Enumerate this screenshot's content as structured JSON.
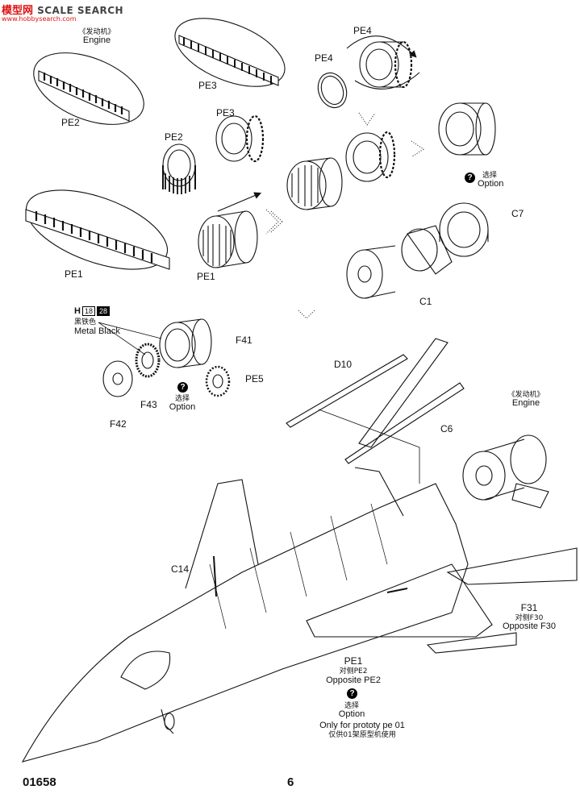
{
  "watermark": {
    "brand": "模型网",
    "site_text": "SCALE SEARCH",
    "url": "www.hobbysearch.com"
  },
  "labels": {
    "engine_top_cn": "《发动机》",
    "engine_top_en": "Engine",
    "pe2_top": "PE2",
    "pe3_top": "PE3",
    "pe4_a": "PE4",
    "pe4_b": "PE4",
    "pe2_mid": "PE2",
    "pe3_mid": "PE3",
    "pe1_left": "PE1",
    "pe1_mid": "PE1",
    "option_cn_a": "选择",
    "option_en_a": "Option",
    "c7": "C7",
    "c1": "C1",
    "f41": "F41",
    "pe5": "PE5",
    "f43": "F43",
    "f42": "F42",
    "option_cn_b": "选择",
    "option_en_b": "Option",
    "d10": "D10",
    "c6": "C6",
    "engine_right_cn": "《发动机》",
    "engine_right_en": "Engine",
    "c14": "C14",
    "f31": "F31",
    "opp_f30_cn": "对侧F30",
    "opp_f30_en": "Opposite F30",
    "pe1_bottom": "PE1",
    "opp_pe2_cn": "对侧PE2",
    "opp_pe2_en": "Opposite PE2",
    "option_cn_c": "选择",
    "option_en_c": "Option",
    "prototype_en": "Only for prototy pe 01",
    "prototype_cn": "仅供01架原型机使用"
  },
  "paint": {
    "letter": "H",
    "code_a": "18",
    "code_b": "28",
    "name_cn": "黑铁色",
    "name_en": "Metal  Black"
  },
  "option_icon": "?",
  "footer": {
    "kit_number": "01658",
    "page_number": "6"
  }
}
